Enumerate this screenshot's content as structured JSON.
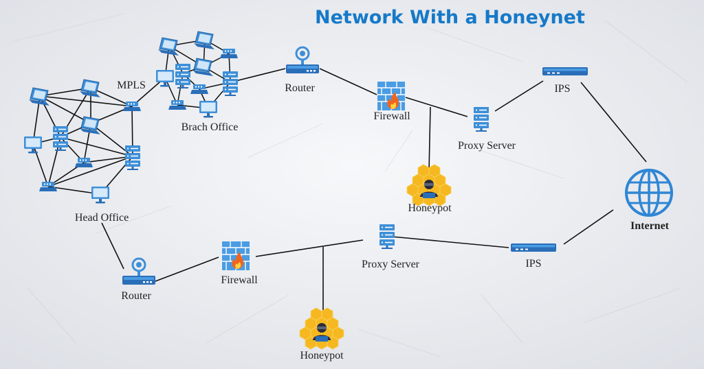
{
  "title": "Network With a Honeynet",
  "labels": {
    "mpls": "MPLS",
    "branch_office": "Brach Office",
    "head_office": "Head Office",
    "router_top": "Router",
    "firewall_top": "Firewall",
    "proxy_top": "Proxy Server",
    "ips_top": "IPS",
    "honeypot_top": "Honeypot",
    "internet": "Internet",
    "router_bottom": "Router",
    "firewall_bottom": "Firewall",
    "proxy_bottom": "Proxy Server",
    "ips_bottom": "IPS",
    "honeypot_bottom": "Honeypot"
  },
  "colors": {
    "accent": "#1679c8",
    "device_blue": "#3d8fd8",
    "device_dark": "#2a6eb8",
    "honeycomb": "#f5b820",
    "flame": "#f0641e",
    "link": "#111111"
  },
  "icons": [
    "laptop-icon",
    "monitor-icon",
    "server-icon",
    "switch-icon",
    "router-icon",
    "firewall-icon",
    "honeypot-icon",
    "globe-icon",
    "ips-icon"
  ]
}
